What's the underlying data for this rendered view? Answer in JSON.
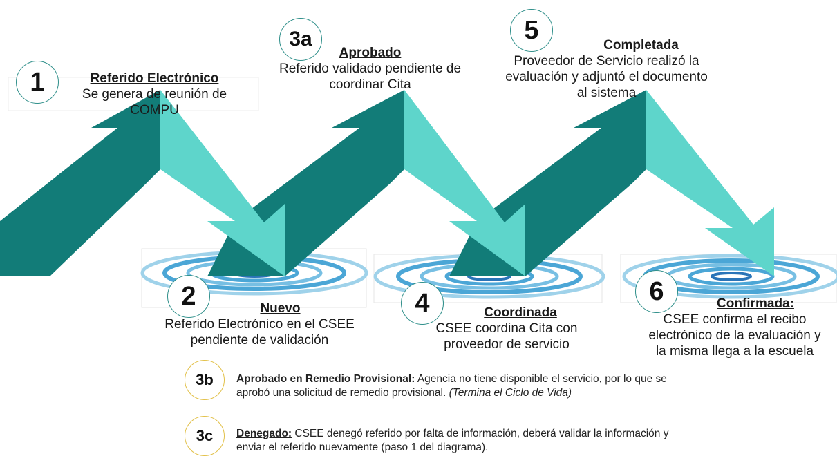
{
  "steps": [
    {
      "num": "1",
      "title": "Referido Electrónico",
      "desc_lines": [
        "Se genera de reunión de",
        "COMPU"
      ]
    },
    {
      "num": "2",
      "title": "Nuevo",
      "desc_lines": [
        "Referido Electrónico en el CSEE",
        "pendiente de validación"
      ]
    },
    {
      "num": "3a",
      "title": "Aprobado",
      "desc_lines": [
        "Referido validado pendiente de",
        "coordinar Cita"
      ]
    },
    {
      "num": "4",
      "title": "Coordinada",
      "desc_lines": [
        "CSEE coordina Cita con",
        "proveedor de servicio"
      ]
    },
    {
      "num": "5",
      "title": "Completada",
      "desc_lines": [
        "Proveedor de Servicio realizó la",
        "evaluación y adjuntó el documento",
        "al sistema"
      ]
    },
    {
      "num": "6",
      "title": "Confirmada:",
      "desc_lines": [
        "CSEE confirma el recibo",
        "electrónico de la evaluación  y",
        "la misma llega a la escuela"
      ]
    }
  ],
  "notes": [
    {
      "num": "3b",
      "title": "Aprobado en Remedio Provisional:",
      "text": " Agencia no tiene disponible el servicio, por lo que se aprobó una solicitud de remedio provisional. ",
      "italic": "(Termina el Ciclo de Vida)"
    },
    {
      "num": "3c",
      "title": "Denegado:",
      "text": " CSEE denegó referido por falta de información, deberá validar la información y enviar el referido nuevamente (paso 1 del diagrama)."
    }
  ],
  "colors": {
    "dark_arrow": "#127c78",
    "light_arrow": "#5ed5cb",
    "ripple": "#4ba6d6",
    "circle_border": "#2f8f8a",
    "gold_border": "#e2c14a"
  }
}
